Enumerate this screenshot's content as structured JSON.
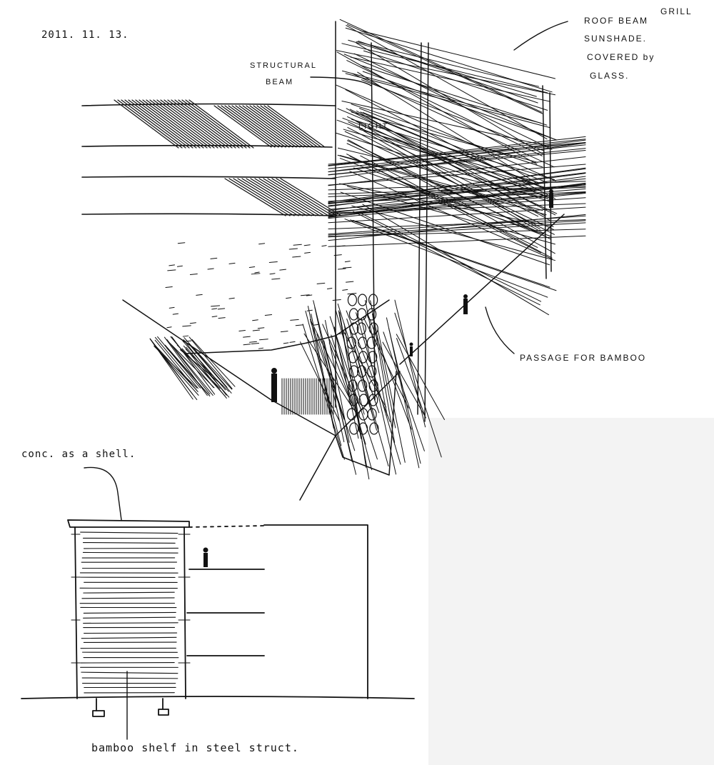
{
  "sketch": {
    "date": "2011. 11. 13.",
    "labels": {
      "grill": "GRILL",
      "roof_beam": "ROOF BEAM",
      "sunshade": "SUNSHADE.",
      "covered_by": "COVERED by",
      "glass": "GLASS.",
      "structural": "STRUCTURAL",
      "beam": "BEAM",
      "light": "LIGHT",
      "passage": "PASSAGE FOR BAMBOO",
      "conc_shell": "conc. as a shell.",
      "bamboo_shelf": "bamboo shelf in steel struct."
    },
    "ink_color": "#111111",
    "paper_color": "#ffffff",
    "background_tint": "#f4f4f4"
  }
}
